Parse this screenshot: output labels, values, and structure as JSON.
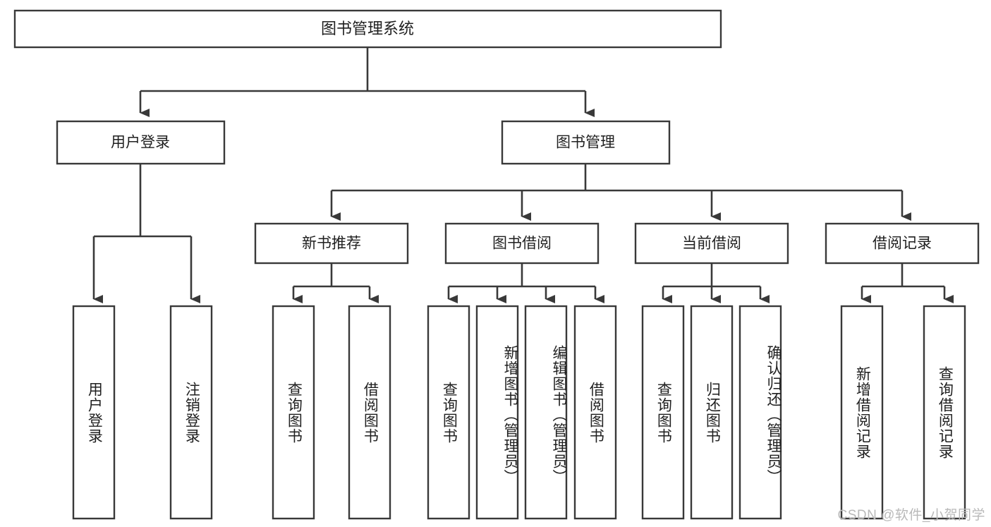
{
  "diagram": {
    "type": "tree-hierarchy-chart",
    "title_node": {
      "label": "图书管理系统"
    },
    "level2": [
      {
        "label": "用户登录"
      },
      {
        "label": "图书管理"
      }
    ],
    "level3": [
      {
        "label": "新书推荐"
      },
      {
        "label": "图书借阅"
      },
      {
        "label": "当前借阅"
      },
      {
        "label": "借阅记录"
      }
    ],
    "leaves": {
      "user_login": [
        {
          "label": "用户登录"
        },
        {
          "label": "注销登录"
        }
      ],
      "new_book_recommend": [
        {
          "label": "查询图书"
        },
        {
          "label": "借阅图书"
        }
      ],
      "book_borrow": [
        {
          "label": "查询图书"
        },
        {
          "label": "新增图书（管理员）"
        },
        {
          "label": "编辑图书（管理员）"
        },
        {
          "label": "借阅图书"
        }
      ],
      "current_borrow": [
        {
          "label": "查询图书"
        },
        {
          "label": "归还图书"
        },
        {
          "label": "确认归还（管理员）"
        }
      ],
      "borrow_record": [
        {
          "label": "新增借阅记录"
        },
        {
          "label": "查询借阅记录"
        }
      ]
    },
    "watermark": {
      "text": "CSDN @软件_小贺同学"
    },
    "colors": {
      "box_stroke": "#393939",
      "box_fill": "#ffffff",
      "text": "#1f1f1f",
      "watermark": "#b9b9b9",
      "background": "#ffffff"
    }
  }
}
